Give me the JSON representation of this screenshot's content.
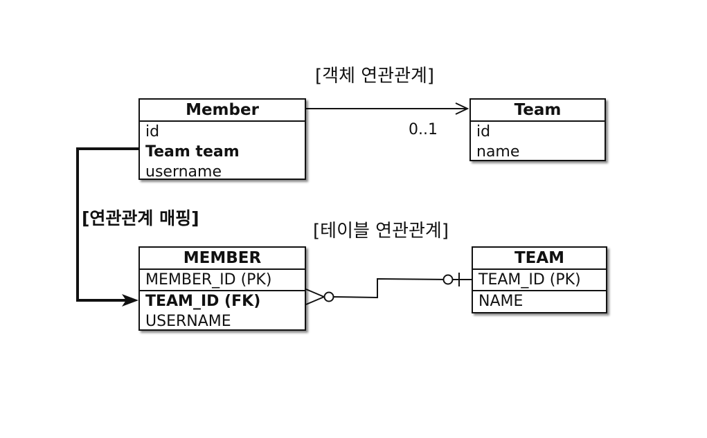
{
  "labels": {
    "object_relation": "[객체 연관관계]",
    "mapping": "[연관관계 매핑]",
    "table_relation": "[테이블 연관관계]",
    "multiplicity": "0..1"
  },
  "objects": {
    "member": {
      "name": "Member",
      "fields": [
        "id",
        "Team team",
        "username"
      ]
    },
    "team": {
      "name": "Team",
      "fields": [
        "id",
        "name"
      ]
    }
  },
  "tables": {
    "member": {
      "name": "MEMBER",
      "pk": "MEMBER_ID (PK)",
      "columns": [
        "TEAM_ID (FK)",
        "USERNAME"
      ]
    },
    "team": {
      "name": "TEAM",
      "pk": "TEAM_ID (PK)",
      "columns": [
        "NAME"
      ]
    }
  }
}
